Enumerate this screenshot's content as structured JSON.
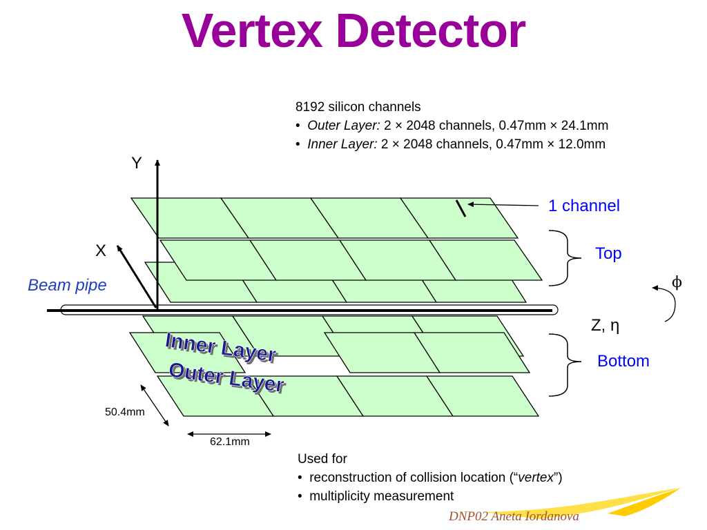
{
  "title": "Vertex Detector",
  "specs": {
    "line1": "8192  silicon channels",
    "outer_label": "Outer Layer:",
    "outer_text": " 2 × 2048 channels, 0.47mm × 24.1mm",
    "inner_label": "Inner Layer:",
    "inner_text": " 2 × 2048 channels, 0.47mm × 12.0mm",
    "bullet": "•"
  },
  "axes": {
    "y": "Y",
    "x": "X",
    "z": "Z, η",
    "phi": "ϕ"
  },
  "labels": {
    "beam_pipe": "Beam pipe",
    "one_channel": "1 channel",
    "top": "Top",
    "bottom": "Bottom",
    "inner_layer": "Inner Layer",
    "outer_layer": "Outer Layer",
    "dim_width": "50.4mm",
    "dim_length": "62.1mm"
  },
  "uses": {
    "heading": "Used for",
    "item1_pre": "reconstruction of collision location (“",
    "item1_italic": "vertex",
    "item1_post": "”)",
    "item2": "multiplicity measurement"
  },
  "footer": "DNP02   Aneta Iordanova",
  "colors": {
    "title": "#990099",
    "sensor_fill": "#ccffcc",
    "label_blue": "#0000ff",
    "beam_label": "#1f3fbf",
    "footer_text": "#a0522d",
    "footer_swoosh": "#ffdd33"
  }
}
